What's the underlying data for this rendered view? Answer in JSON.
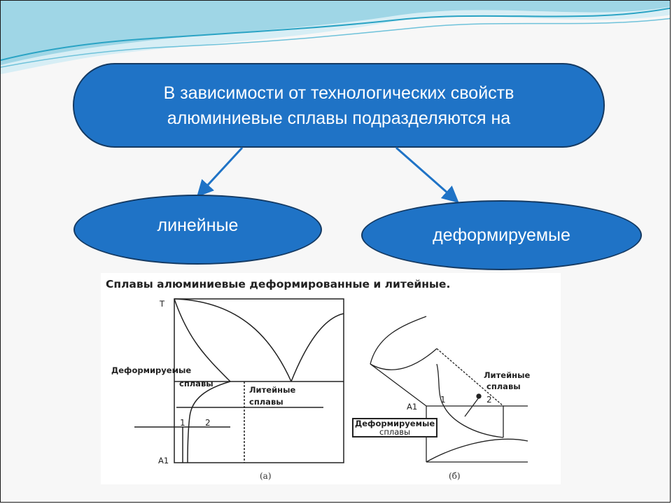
{
  "main_bubble": {
    "line1": "В зависимости от технологических свойств",
    "line2": "алюминиевые сплавы подразделяются на"
  },
  "left_bubble": {
    "label": "линейные"
  },
  "right_bubble": {
    "label": "деформируемые"
  },
  "figure": {
    "title": "Сплавы алюминиевые деформированные и литейные.",
    "diagram_a": {
      "t_label": "T",
      "a1_label": "A1",
      "deform_label_1": "Деформируемые",
      "deform_label_2": "сплавы",
      "cast_label_1": "Литейные",
      "cast_label_2": "сплавы",
      "region_1": "1",
      "region_2": "2",
      "caption": "(а)"
    },
    "diagram_b": {
      "a1_label": "A1",
      "cast_label_1": "Литейные",
      "cast_label_2": "сплавы",
      "region_1": "1",
      "region_2": "2",
      "deform_label_1": "Деформируемые",
      "deform_label_2": "сплавы",
      "caption": "(б)"
    }
  },
  "colors": {
    "bubble_fill": "#1f73c6",
    "bubble_border": "#143a63",
    "arrow": "#1f73c6",
    "wave_light": "#bfe3ee",
    "wave_dark": "#2aa3c4"
  }
}
